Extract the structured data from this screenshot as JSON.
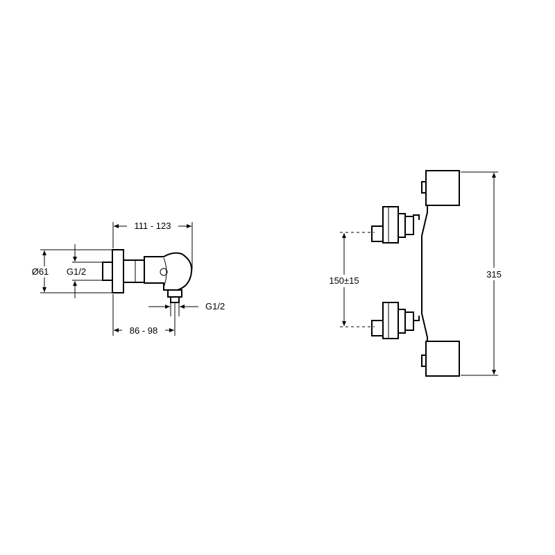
{
  "side_view": {
    "dim_top": "111 - 123",
    "dim_bottom": "86 - 98",
    "dim_diameter": "Ø61",
    "dim_inlet_thread": "G1/2",
    "dim_outlet_thread": "G1/2"
  },
  "front_view": {
    "dim_spacing": "150±15",
    "dim_height": "315"
  }
}
